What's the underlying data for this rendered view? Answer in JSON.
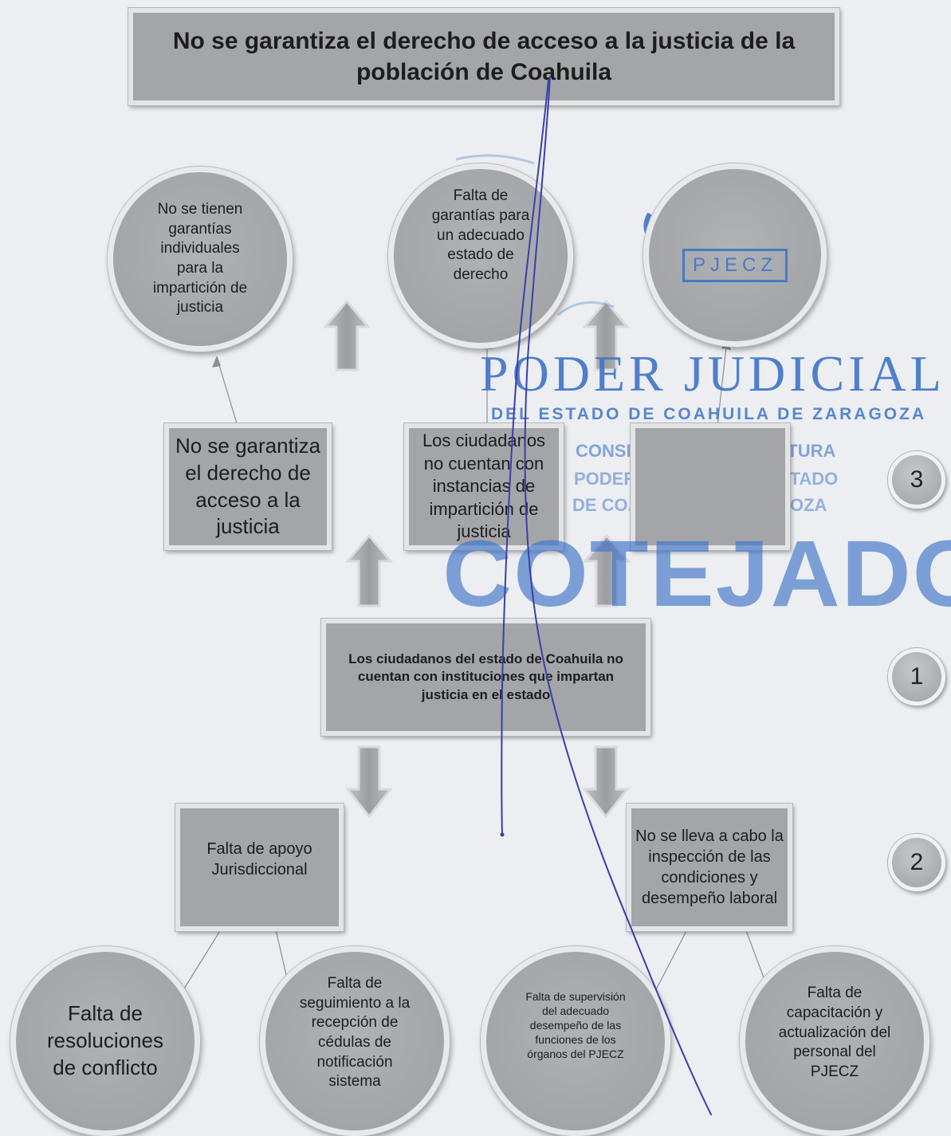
{
  "title": "No se garantiza el derecho de acceso a la justicia de la población de Coahuila",
  "effects_top": {
    "left": "No se tienen garantías individuales para la impartición de justicia",
    "center": "Falta de garantías para un adecuado estado de derecho"
  },
  "effects_mid": {
    "left": "No se garantiza el derecho de acceso a la justicia",
    "center": "Los ciudadanos no cuentan con instancias de impartición de justicia"
  },
  "central_problem": "Los ciudadanos del estado de Coahuila no cuentan con instituciones que impartan justicia en el estado",
  "causes": {
    "left": "Falta de apoyo Jurisdiccional",
    "right": "No se lleva a cabo la inspección de las condiciones y desempeño laboral"
  },
  "root_causes": {
    "c1": "Falta de resoluciones de conflicto",
    "c2": "Falta de seguimiento a la recepción de cédulas de notificación sistema",
    "c3": "Falta de supervisión del adecuado desempeño de las funciones de los órganos del PJECZ",
    "c4": "Falta de capacitación y actualización del personal del PJECZ"
  },
  "badges": {
    "b3": "3",
    "b1": "1",
    "b2": "2"
  },
  "stamps": {
    "seal_text": "PJECZ",
    "poder_judicial": "PODER JUDICIAL",
    "del_estado": "DEL ESTADO DE COAHUILA DE ZARAGOZA",
    "consejo_1": "CONSEJO DE LA JUDICATURA",
    "consejo_2": "PODER JUDICIAL DEL ESTADO",
    "consejo_3": "DE COAHUILA DE ZARAGOZA",
    "cotejado": "COTEJADO"
  },
  "colors": {
    "shape_fill": "#a3a5a8",
    "shape_border": "#e3e4e6",
    "stamp_blue": "#3f74c9",
    "ink_line": "#3b3fa8"
  }
}
